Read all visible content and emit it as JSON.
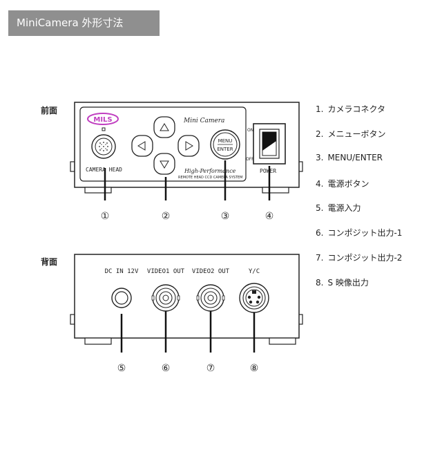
{
  "header": {
    "title": "MiniCamera 外形寸法"
  },
  "front": {
    "label": "前面",
    "brand": "MILS",
    "model_text": "Mini Camera",
    "tagline": "High-Performance",
    "subtagline": "REMOTE HEAD CCD CAMERA SYSTEM",
    "camera_head_label": "CAMERA HEAD",
    "menu_label": "MENU",
    "enter_label": "ENTER",
    "power_label": "POWER",
    "on_label": "ON",
    "off_label": "OFF",
    "callouts": [
      "①",
      "②",
      "③",
      "④"
    ]
  },
  "back": {
    "label": "背面",
    "port_labels": [
      "DC IN 12V",
      "VIDEO1 OUT",
      "VIDEO2 OUT",
      "Y/C"
    ],
    "callouts": [
      "⑤",
      "⑥",
      "⑦",
      "⑧"
    ]
  },
  "legend": {
    "items": [
      {
        "num": "1.",
        "text": "カメラコネクタ"
      },
      {
        "num": "2.",
        "text": "メニューボタン"
      },
      {
        "num": "3.",
        "text": "MENU/ENTER"
      },
      {
        "num": "4.",
        "text": "電源ボタン"
      },
      {
        "num": "5.",
        "text": "電源入力"
      },
      {
        "num": "6.",
        "text": "コンポジット出力-1"
      },
      {
        "num": "7.",
        "text": "コンポジット出力-2"
      },
      {
        "num": "8.",
        "text": "S 映像出力"
      }
    ]
  }
}
